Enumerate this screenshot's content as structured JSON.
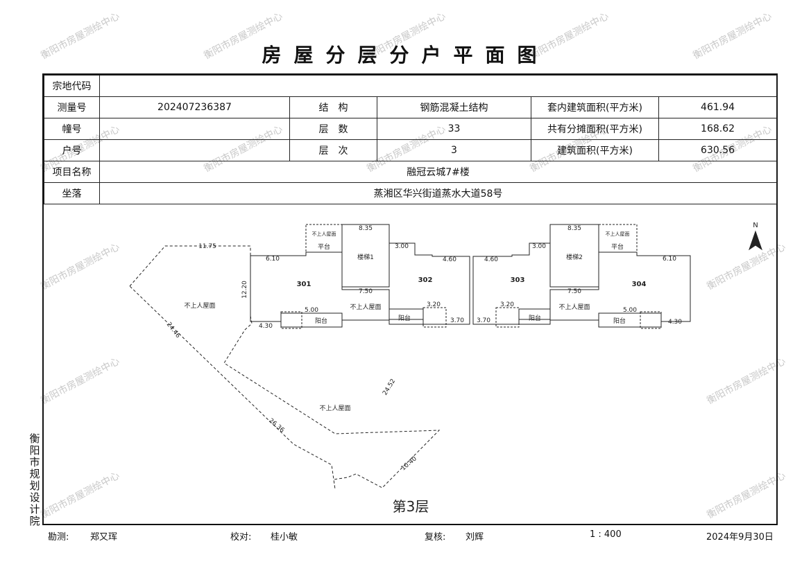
{
  "title": "房屋分层分户平面图",
  "watermark": "衡阳市房屋测绘中心",
  "info": {
    "parcel_code_label": "宗地代码",
    "parcel_code": "",
    "survey_no_label": "测量号",
    "survey_no": "202407236387",
    "structure_label": "结　构",
    "structure": "钢筋混凝土结构",
    "inner_area_label": "套内建筑面积(平方米)",
    "inner_area": "461.94",
    "building_no_label": "幢号",
    "building_no": "",
    "floors_label": "层　数",
    "floors": "33",
    "shared_area_label": "共有分摊面积(平方米)",
    "shared_area": "168.62",
    "unit_no_label": "户号",
    "unit_no": "",
    "floor_level_label": "层　次",
    "floor_level": "3",
    "building_area_label": "建筑面积(平方米)",
    "building_area": "630.56",
    "project_label": "项目名称",
    "project": "融冠云城7#楼",
    "location_label": "坐落",
    "location": "蒸湘区华兴街道蒸水大道58号"
  },
  "plan": {
    "floor_label": "第3层",
    "units": [
      "301",
      "302",
      "303",
      "304"
    ],
    "stair_1": "楼梯1",
    "stair_2": "楼梯2",
    "roof_label": "不上人屋面",
    "balcony": "阳台",
    "platform": "平台",
    "north": "N",
    "dims": {
      "d1": "11.75",
      "d2": "6.10",
      "d3": "8.35",
      "d4": "3.00",
      "d5": "4.60",
      "d6": "7.50",
      "d7": "4.30",
      "d8": "5.00",
      "d9": "3.20",
      "d10": "3.70",
      "d11": "12.20",
      "d12": "24.46",
      "d13": "26.36",
      "d14": "24.52",
      "d15": "10.40"
    }
  },
  "vertical_org": "衡阳市规划设计院",
  "footer": {
    "survey_label": "勘测:",
    "surveyor": "郑又珲",
    "check_label": "校对:",
    "checker": "桂小敏",
    "review_label": "复核:",
    "reviewer": "刘辉",
    "scale": "1 : 400",
    "date": "2024年9月30日"
  }
}
